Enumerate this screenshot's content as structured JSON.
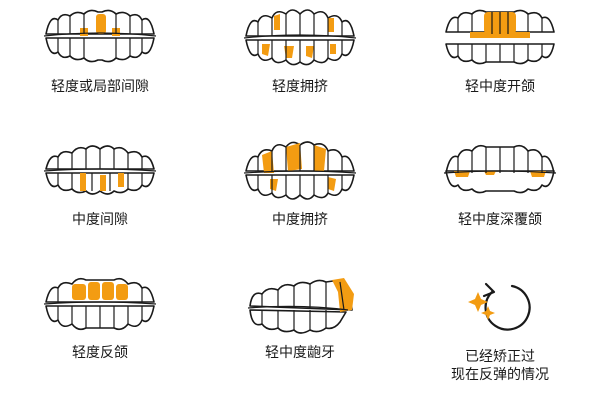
{
  "accent_color": "#F39C12",
  "outline_color": "#1a1a1a",
  "items": [
    {
      "label": "轻度或局部间隙",
      "icon": "teeth-mild-gaps-icon"
    },
    {
      "label": "轻度拥挤",
      "icon": "teeth-mild-crowding-icon"
    },
    {
      "label": "轻中度开颌",
      "icon": "teeth-mild-open-bite-icon"
    },
    {
      "label": "中度间隙",
      "icon": "teeth-moderate-gaps-icon"
    },
    {
      "label": "中度拥挤",
      "icon": "teeth-moderate-crowding-icon"
    },
    {
      "label": "轻中度深覆颌",
      "icon": "teeth-mild-deep-bite-icon"
    },
    {
      "label": "轻度反颌",
      "icon": "teeth-mild-underbite-icon"
    },
    {
      "label": "轻中度龅牙",
      "icon": "teeth-mild-overjet-icon"
    },
    {
      "label_line1": "已经矫正过",
      "label_line2": "现在反弹的情况",
      "icon": "relapse-arrow-sparkle-icon"
    }
  ]
}
